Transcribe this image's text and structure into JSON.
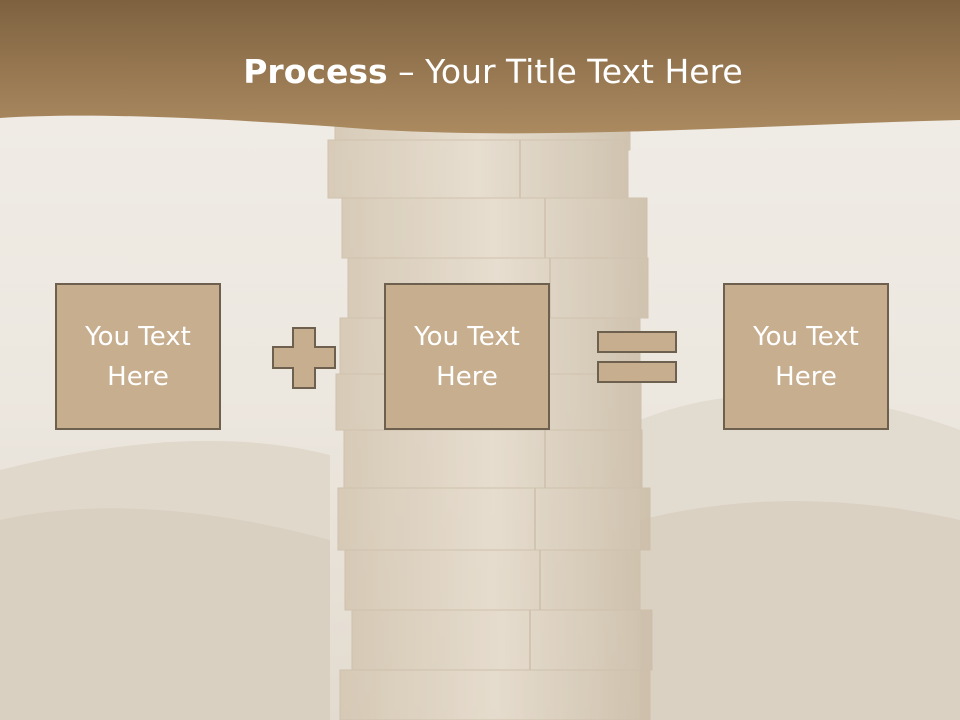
{
  "slide": {
    "title_bold": "Process",
    "title_rest": " – Your Title Text Here"
  },
  "boxes": [
    {
      "line1": "You Text",
      "line2": "Here"
    },
    {
      "line1": "You Text",
      "line2": "Here"
    },
    {
      "line1": "You Text",
      "line2": "Here"
    }
  ],
  "operators": [
    "plus-icon",
    "equals-icon"
  ],
  "colors": {
    "header_band": "#a07d52",
    "box_fill": "#c7ae8e",
    "box_border": "#6e604e",
    "title_text": "#ffffff"
  }
}
